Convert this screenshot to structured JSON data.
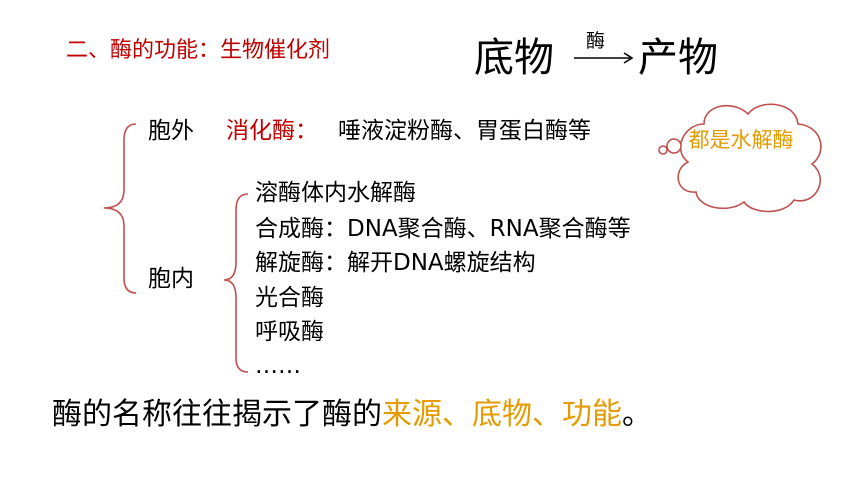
{
  "heading": "二、酶的功能：生物催化剂",
  "reaction": {
    "substrate": "底物",
    "enzyme": "酶",
    "product": "产物"
  },
  "outside": {
    "label": "胞外",
    "digestive_label": "消化酶：",
    "digestive_items": "唾液淀粉酶、胃蛋白酶等"
  },
  "callout": "都是水解酶",
  "inside": {
    "label": "胞内",
    "items": [
      "溶酶体内水解酶",
      "合成酶：DNA聚合酶、RNA聚合酶等",
      "解旋酶：解开DNA螺旋结构",
      "光合酶",
      "呼吸酶",
      "……"
    ]
  },
  "conclusion": {
    "plain": "酶的名称往往揭示了酶的",
    "highlight": "来源、底物、功能",
    "end": "。"
  },
  "colors": {
    "red": "#c00000",
    "orange": "#e59b00",
    "callout_border": "#c0504d"
  }
}
